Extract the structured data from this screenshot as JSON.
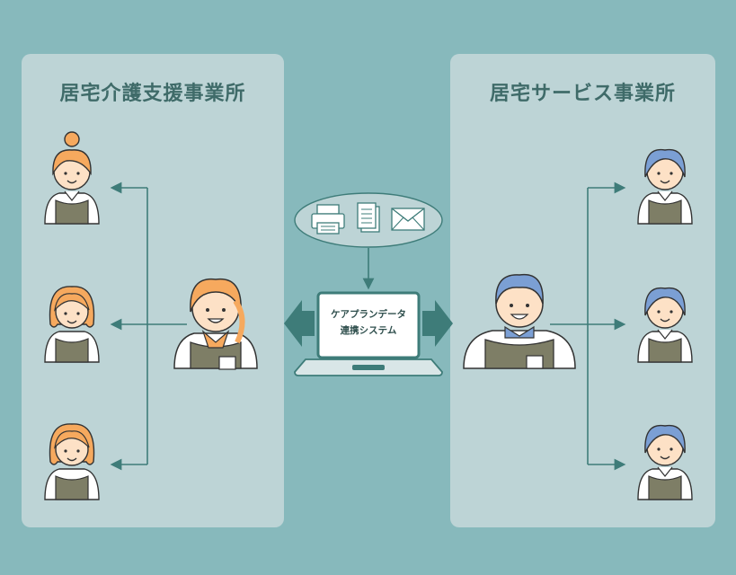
{
  "left_panel": {
    "title": "居宅介護支援事業所"
  },
  "right_panel": {
    "title": "居宅サービス事業所"
  },
  "system": {
    "line1": "ケアプランデータ",
    "line2": "連携システム"
  },
  "devices": [
    "printer-icon",
    "document-icon",
    "mail-icon"
  ],
  "colors": {
    "background": "#87b9bc",
    "panel": "#bdd4d6",
    "arrow": "#3e7c79",
    "text": "#3f6b69",
    "orange_skin": "#f7b87a",
    "blue_staff": "#7b9fd4",
    "apron": "#7e7e66"
  }
}
